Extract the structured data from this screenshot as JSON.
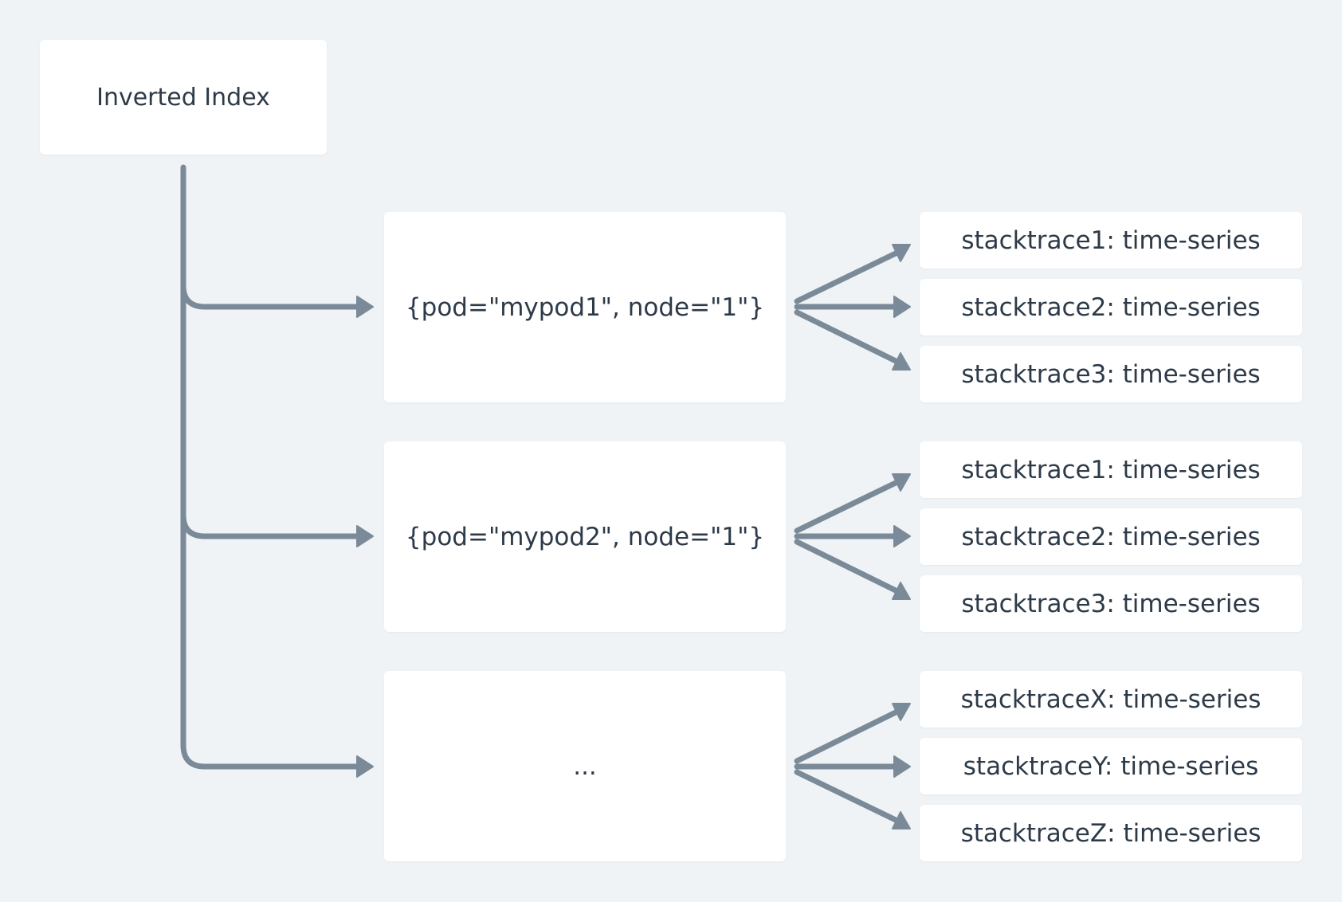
{
  "root": {
    "title": "Inverted Index"
  },
  "label_sets": [
    {
      "label": "{pod=\"mypod1\", node=\"1\"}",
      "series": [
        "stacktrace1: time-series",
        "stacktrace2: time-series",
        "stacktrace3: time-series"
      ]
    },
    {
      "label": "{pod=\"mypod2\", node=\"1\"}",
      "series": [
        "stacktrace1: time-series",
        "stacktrace2: time-series",
        "stacktrace3: time-series"
      ]
    },
    {
      "label": "...",
      "series": [
        "stacktraceX: time-series",
        "stacktraceY: time-series",
        "stacktraceZ: time-series"
      ]
    }
  ],
  "colors": {
    "background": "#eff3f6",
    "box": "#ffffff",
    "connector": "#7b8a98",
    "text": "#2d3a48"
  }
}
